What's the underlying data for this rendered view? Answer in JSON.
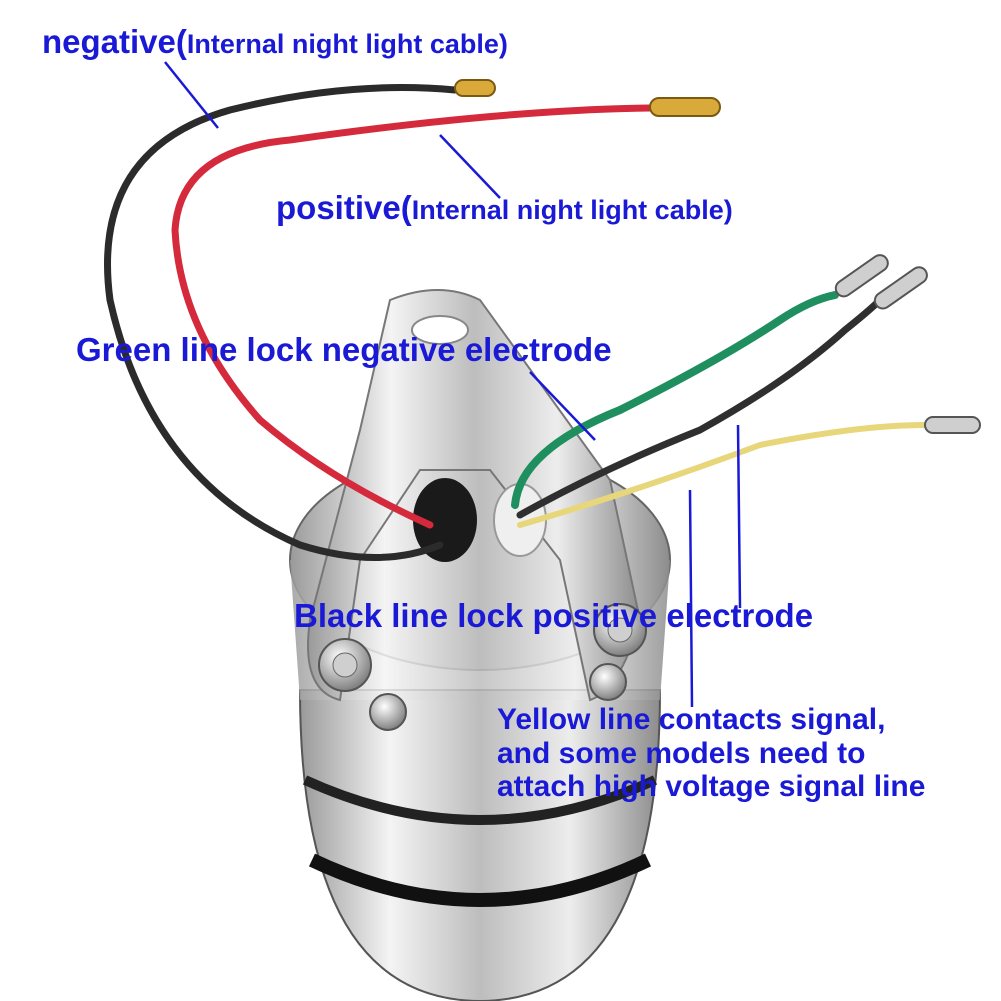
{
  "labels": {
    "negative": {
      "main": "negative(",
      "sub": "Internal night light cable)"
    },
    "positive": {
      "main": "positive(",
      "sub": "Internal night light cable)"
    },
    "green": "Green line lock negative electrode",
    "black": "Black line lock positive electrode",
    "yellow": [
      "Yellow line contacts signal,",
      "and some models need to",
      "attach high voltage signal line"
    ]
  },
  "colors": {
    "label": "#1a1ad6",
    "wire_black": "#2b2b2b",
    "wire_red": "#d42a3c",
    "wire_green": "#1f8f5f",
    "wire_yellow": "#e8d67a",
    "chrome": "#d7d7d7"
  }
}
